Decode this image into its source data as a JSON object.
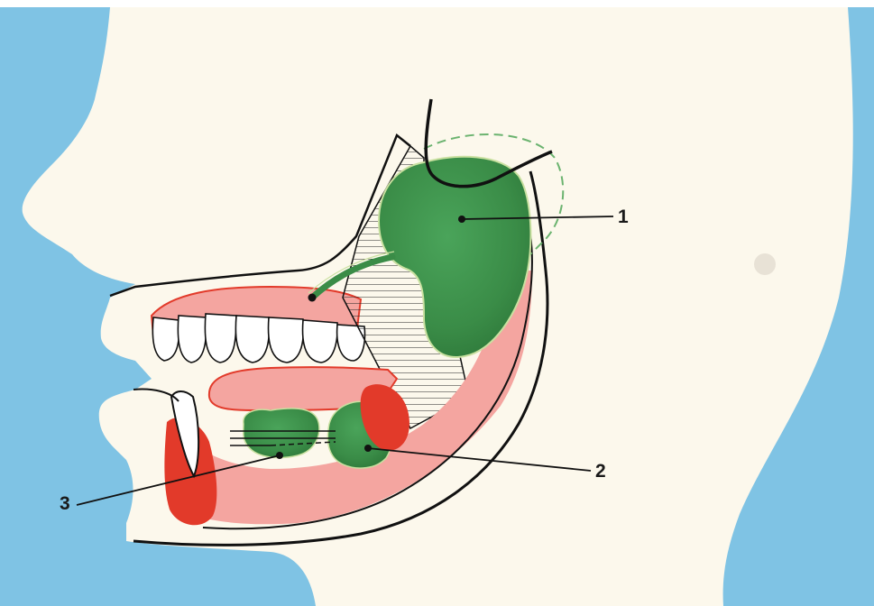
{
  "labels": {
    "one": "1",
    "two": "2",
    "three": "3"
  },
  "colors": {
    "background_blue": "#7fc3e4",
    "skin": "#fcf8ec",
    "gum_pink": "#f4a5a0",
    "lip_red": "#e23a2a",
    "gland_green": "#3c8f48",
    "outline": "#111111"
  }
}
